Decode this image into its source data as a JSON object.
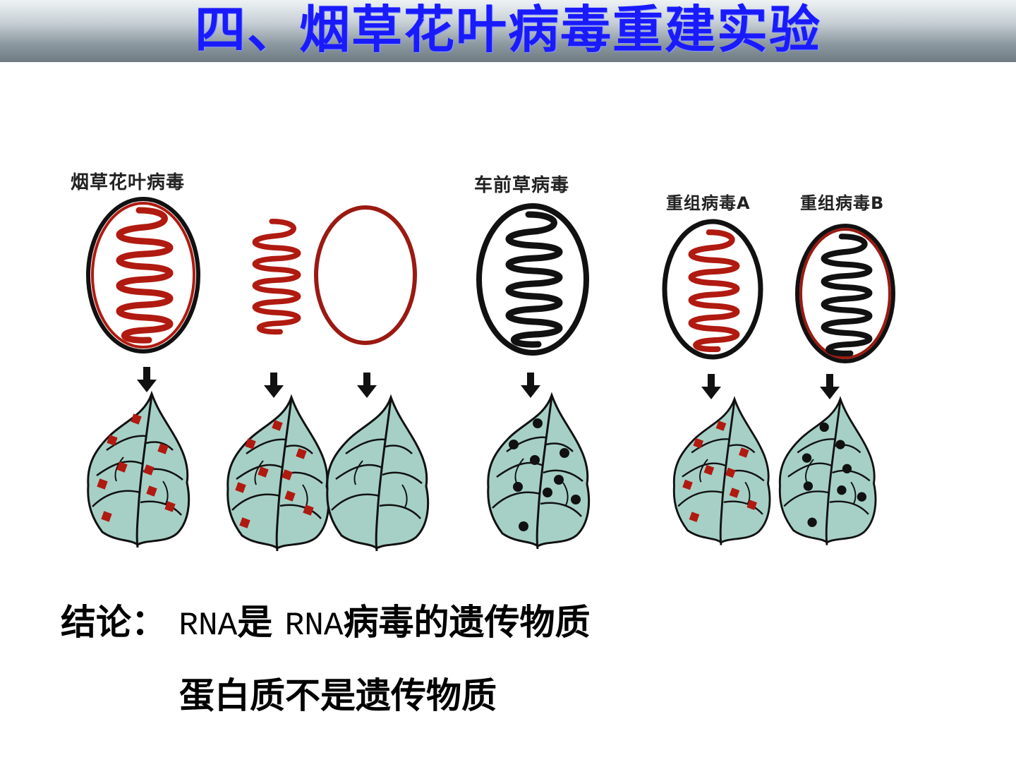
{
  "title": "四、烟草花叶病毒重建实验",
  "labels": {
    "tmv": "烟草花叶病毒",
    "hrv": "车前草病毒",
    "recomb_a": "重组病毒A",
    "recomb_b": "重组病毒B"
  },
  "conclusion": {
    "prefix": "结论：",
    "rna1": "RNA",
    "word_is": "是",
    "rna2": "RNA",
    "rest": "病毒的遗传物质",
    "line2": "蛋白质不是遗传物质"
  },
  "colors": {
    "tmv_red": "#b01a10",
    "hrv_black": "#111111",
    "leaf_fill": "#a6d0c6",
    "title_blue": "#1a1aff"
  }
}
